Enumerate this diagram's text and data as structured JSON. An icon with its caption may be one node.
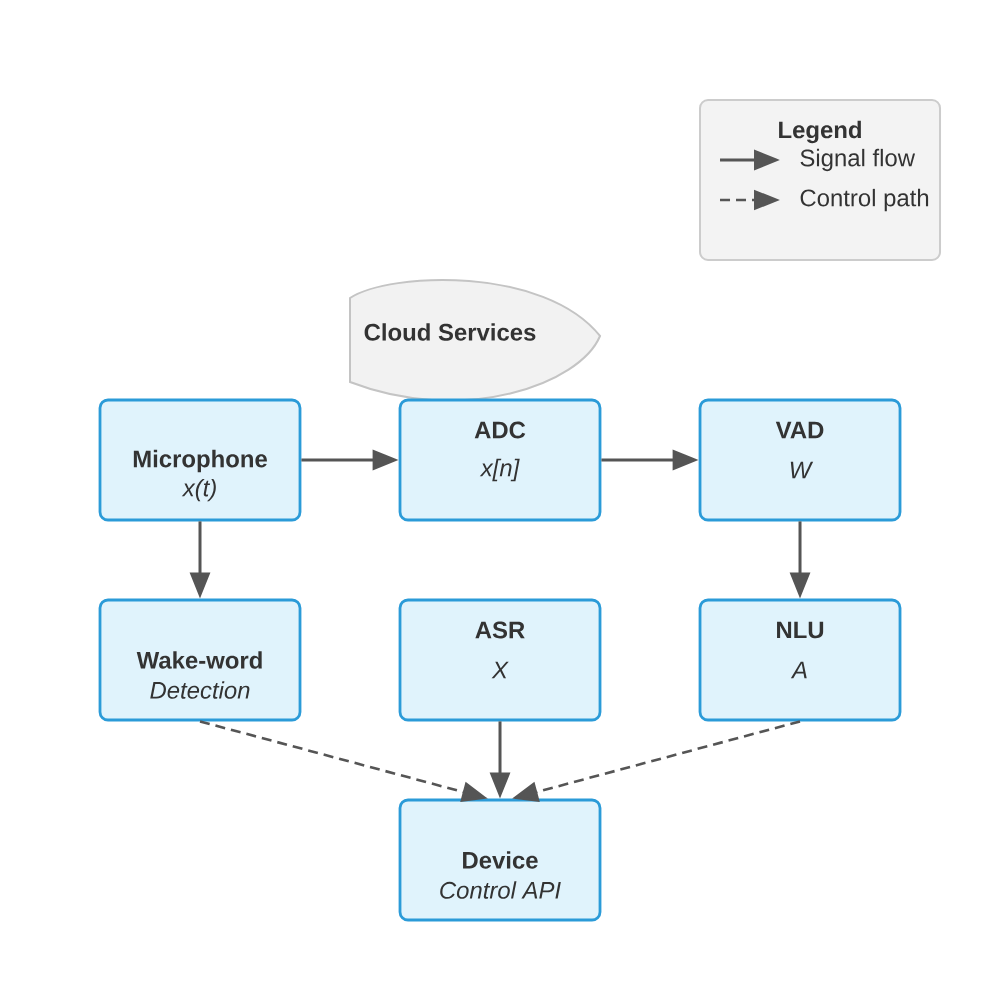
{
  "diagram": {
    "nodes": [
      {
        "text": [
          "Cloud Services"
        ]
      },
      {
        "text": [
          "Microphone",
          "x(t)"
        ]
      },
      {
        "text": [
          "ADC",
          "x[n]"
        ]
      },
      {
        "text": [
          "VAD",
          "W"
        ]
      },
      {
        "text": [
          "Wake-word",
          "Detection"
        ]
      },
      {
        "text": [
          "ASR",
          "X"
        ]
      },
      {
        "text": [
          "NLU",
          "A"
        ]
      },
      {
        "text": [
          "Device",
          "Control API"
        ]
      }
    ],
    "edges": [
      {
        "from": 1,
        "to": 2,
        "arrow": "to"
      },
      {
        "from": 2,
        "to": 3,
        "arrow": "to"
      },
      {
        "from": 1,
        "to": 4,
        "arrow": "to"
      },
      {
        "from": 3,
        "to": 6,
        "arrow": "to"
      },
      {
        "from": 5,
        "to": 7,
        "arrow": "to"
      },
      {
        "from": 4,
        "to": 7,
        "arrow": "to",
        "style": "dashed"
      },
      {
        "from": 6,
        "to": 7,
        "arrow": "to",
        "style": "dashed"
      }
    ],
    "labels": [
      "Legend"
    ],
    "legend": [
      {
        "text": "Signal flow"
      },
      {
        "text": "Control path"
      }
    ]
  }
}
